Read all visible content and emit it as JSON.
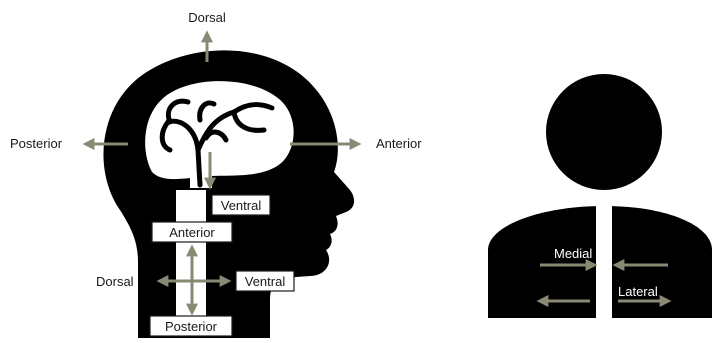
{
  "left_figure": {
    "brain_labels": {
      "dorsal": "Dorsal",
      "posterior": "Posterior",
      "anterior": "Anterior",
      "ventral": "Ventral"
    },
    "spine_labels": {
      "anterior": "Anterior",
      "dorsal": "Dorsal",
      "ventral": "Ventral",
      "posterior": "Posterior"
    }
  },
  "right_figure": {
    "labels": {
      "medial": "Medial",
      "lateral": "Lateral"
    }
  },
  "colors": {
    "silhouette": "#000000",
    "arrow": "#8a8a74",
    "background": "#ffffff"
  }
}
